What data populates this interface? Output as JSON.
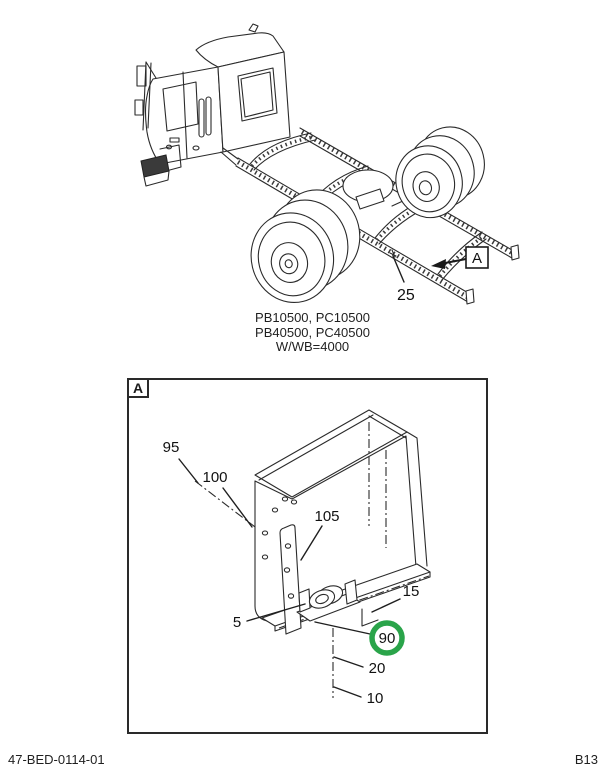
{
  "page": {
    "footer_left": "47-BED-0114-01",
    "footer_right": "B13"
  },
  "overview": {
    "drawing": "truck cab and chassis frame, rear three-quarter line drawing",
    "callout_25": "25",
    "detail_marker": "A",
    "caption_line1": "PB10500, PC10500",
    "caption_line2": "PB40500, PC40500",
    "caption_line3": "W/WB=4000"
  },
  "detail": {
    "marker": "A",
    "drawing": "frame rail end with mounting strap and light bracket",
    "callouts": {
      "c95": "95",
      "c100": "100",
      "c105": "105",
      "c5": "5",
      "c15": "15",
      "c90": "90",
      "c20": "20",
      "c10": "10"
    },
    "highlighted_callout": "90"
  },
  "colors": {
    "line": "#2b2b2b",
    "highlight_green": "#2aa44a",
    "background": "#ffffff"
  }
}
